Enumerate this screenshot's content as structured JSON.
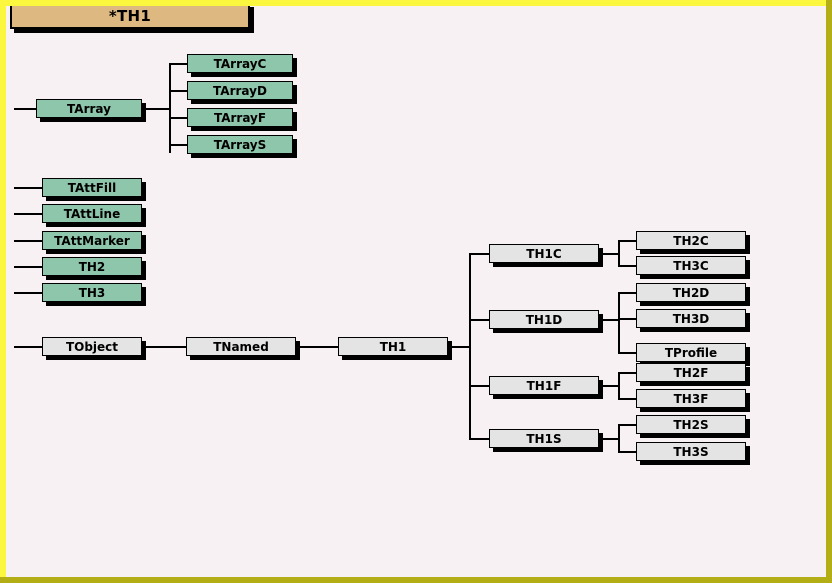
{
  "window": {
    "title": "*TH1",
    "frame_color_light": "#fbf73f",
    "frame_color_dark": "#b3ad16",
    "titlebar_color": "#ddb880",
    "canvas_color": "#f7f1f4"
  },
  "diagram": {
    "type": "class-inheritance-tree",
    "node_color_base": "#8ec6ab",
    "node_color_derived": "#e4e4e4",
    "base_classes": [
      {
        "id": "tarray",
        "label": "TArray",
        "style": "green"
      },
      {
        "id": "tarrayc",
        "label": "TArrayC",
        "style": "green"
      },
      {
        "id": "tarrayd",
        "label": "TArrayD",
        "style": "green"
      },
      {
        "id": "tarrayf",
        "label": "TArrayF",
        "style": "green"
      },
      {
        "id": "tarrays",
        "label": "TArrayS",
        "style": "green"
      },
      {
        "id": "tattfill",
        "label": "TAttFill",
        "style": "green"
      },
      {
        "id": "tattline",
        "label": "TAttLine",
        "style": "green"
      },
      {
        "id": "tattmarker",
        "label": "TAttMarker",
        "style": "green"
      },
      {
        "id": "th2",
        "label": "TH2",
        "style": "green"
      },
      {
        "id": "th3",
        "label": "TH3",
        "style": "green"
      }
    ],
    "chain": [
      {
        "id": "tobject",
        "label": "TObject",
        "style": "gray"
      },
      {
        "id": "tnamed",
        "label": "TNamed",
        "style": "gray"
      },
      {
        "id": "th1",
        "label": "TH1",
        "style": "gray"
      }
    ],
    "derived_level1": [
      {
        "id": "th1c",
        "label": "TH1C",
        "style": "gray"
      },
      {
        "id": "th1d",
        "label": "TH1D",
        "style": "gray"
      },
      {
        "id": "th1f",
        "label": "TH1F",
        "style": "gray"
      },
      {
        "id": "th1s",
        "label": "TH1S",
        "style": "gray"
      }
    ],
    "derived_level2": [
      {
        "id": "th2c",
        "label": "TH2C",
        "style": "gray",
        "parent": "th1c"
      },
      {
        "id": "th3c",
        "label": "TH3C",
        "style": "gray",
        "parent": "th1c"
      },
      {
        "id": "th2d",
        "label": "TH2D",
        "style": "gray",
        "parent": "th1d"
      },
      {
        "id": "th3d",
        "label": "TH3D",
        "style": "gray",
        "parent": "th1d"
      },
      {
        "id": "tprofile",
        "label": "TProfile",
        "style": "gray",
        "parent": "th1d"
      },
      {
        "id": "th2f",
        "label": "TH2F",
        "style": "gray",
        "parent": "th1f"
      },
      {
        "id": "th3f",
        "label": "TH3F",
        "style": "gray",
        "parent": "th1f"
      },
      {
        "id": "th2s",
        "label": "TH2S",
        "style": "gray",
        "parent": "th1s"
      },
      {
        "id": "th3s",
        "label": "TH3S",
        "style": "gray",
        "parent": "th1s"
      }
    ]
  }
}
